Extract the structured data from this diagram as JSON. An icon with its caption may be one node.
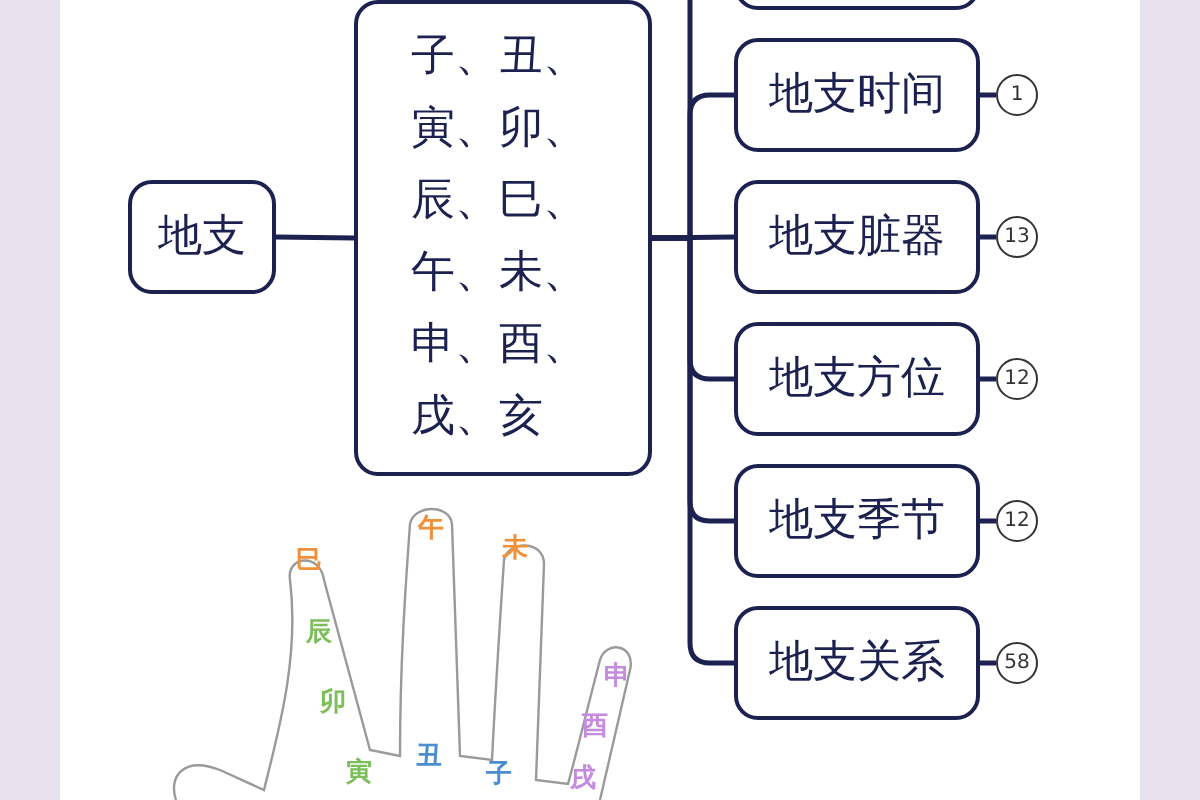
{
  "diagram": {
    "nodes": [
      {
        "text": [
          "地支"
        ]
      },
      {
        "text": [
          "子、丑、寅、卯、辰、巳、午、未、申、酉、戌、亥"
        ]
      },
      {
        "text": [],
        "shape": "box"
      },
      {
        "text": [
          "地支时间"
        ]
      },
      {
        "text": [
          "1"
        ]
      },
      {
        "text": [
          "地支脏器"
        ]
      },
      {
        "text": [
          "13"
        ]
      },
      {
        "text": [
          "地支方位"
        ]
      },
      {
        "text": [
          "12"
        ]
      },
      {
        "text": [
          "地支季节"
        ]
      },
      {
        "text": [
          "12"
        ]
      },
      {
        "text": [
          "地支关系"
        ]
      },
      {
        "text": [
          "58"
        ]
      }
    ],
    "edges": [
      {
        "from": 0,
        "to": 1,
        "arrow": "none"
      },
      {
        "from": 1,
        "to": 2,
        "arrow": "none"
      },
      {
        "from": 1,
        "to": 3,
        "arrow": "none"
      },
      {
        "from": 1,
        "to": 5,
        "arrow": "none"
      },
      {
        "from": 1,
        "to": 7,
        "arrow": "none"
      },
      {
        "from": 1,
        "to": 9,
        "arrow": "none"
      },
      {
        "from": 1,
        "to": 11,
        "arrow": "none"
      },
      {
        "from": 3,
        "to": 4,
        "arrow": "none"
      },
      {
        "from": 5,
        "to": 6,
        "arrow": "none"
      },
      {
        "from": 7,
        "to": 8,
        "arrow": "none"
      },
      {
        "from": 9,
        "to": 10,
        "arrow": "none"
      },
      {
        "from": 11,
        "to": 12,
        "arrow": "none"
      }
    ],
    "labels": [
      "巳",
      "午",
      "未",
      "辰",
      "卯",
      "寅",
      "丑",
      "子",
      "申",
      "酉",
      "戌"
    ]
  }
}
